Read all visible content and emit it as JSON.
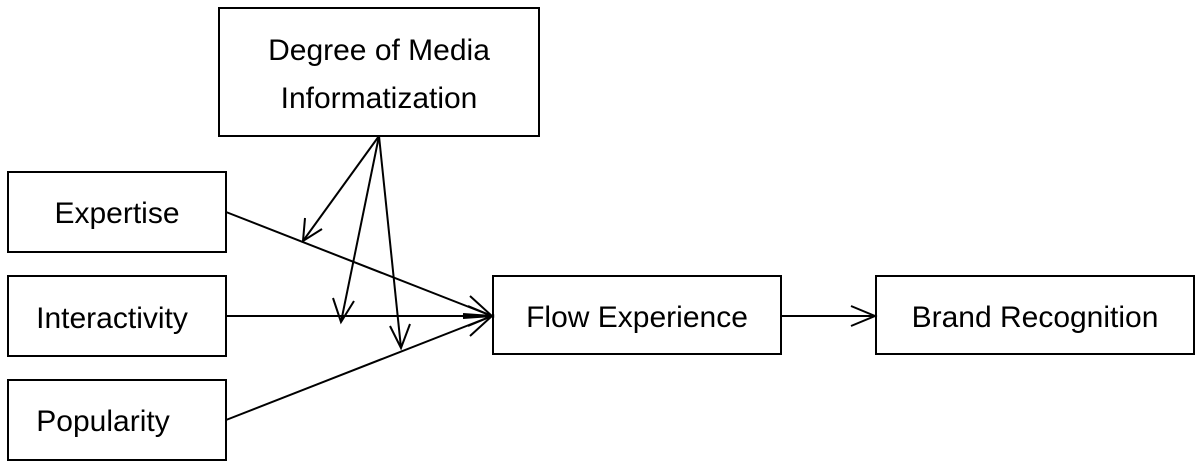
{
  "diagram": {
    "nodes": {
      "moderator": {
        "line1": "Degree of Media",
        "line2": "Informatization"
      },
      "expertise": {
        "label": "Expertise"
      },
      "interactivity": {
        "label": "Interactivity"
      },
      "popularity": {
        "label": "Popularity"
      },
      "flow": {
        "label": "Flow Experience"
      },
      "brand": {
        "label": "Brand Recognition"
      }
    }
  }
}
